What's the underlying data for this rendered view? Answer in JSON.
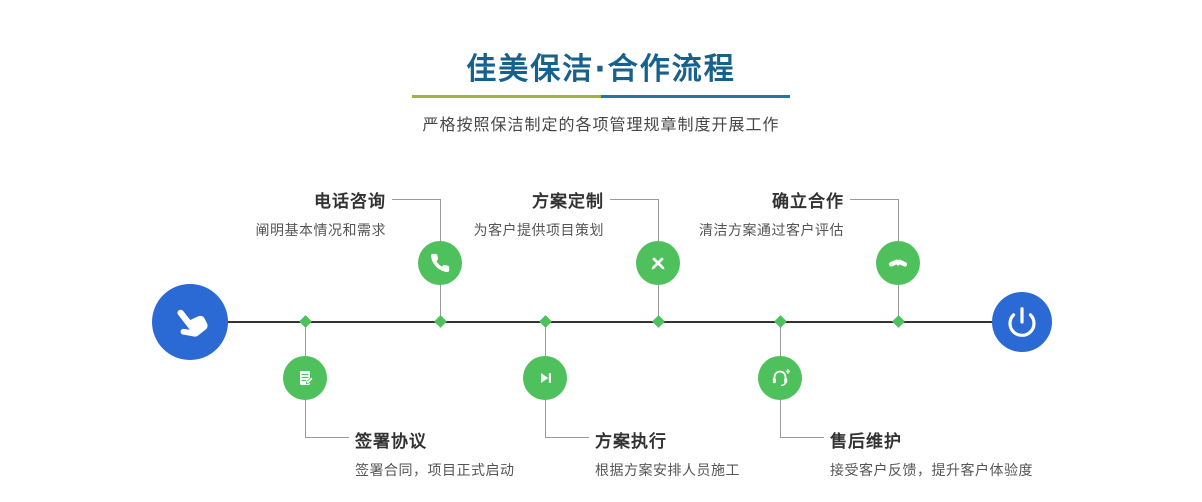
{
  "header": {
    "title": "佳美保洁·合作流程",
    "subtitle": "严格按照保洁制定的各项管理规章制度开展工作"
  },
  "colors": {
    "title_blue": "#17618d",
    "deco_green": "#9fb43c",
    "deco_blue": "#2177a3",
    "node_green": "#4ec15c",
    "endpoint_blue": "#2b6ad4",
    "line_dark": "#333333",
    "connector_gray": "#9b9b9b"
  },
  "steps_top": [
    {
      "label": "电话咨询",
      "desc": "阐明基本情况和需求",
      "icon": "phone-icon"
    },
    {
      "label": "方案定制",
      "desc": "为客户提供项目策划",
      "icon": "design-icon"
    },
    {
      "label": "确立合作",
      "desc": "清洁方案通过客户评估",
      "icon": "handshake-icon"
    }
  ],
  "steps_bottom": [
    {
      "label": "签署协议",
      "desc": "签署合同，项目正式启动",
      "icon": "contract-icon"
    },
    {
      "label": "方案执行",
      "desc": "根据方案安排人员施工",
      "icon": "execute-icon"
    },
    {
      "label": "售后维护",
      "desc": "接受客户反馈，提升客户体验度",
      "icon": "headset-icon"
    }
  ],
  "endpoints": {
    "start_icon": "pointer-hand-icon",
    "end_icon": "power-icon"
  }
}
